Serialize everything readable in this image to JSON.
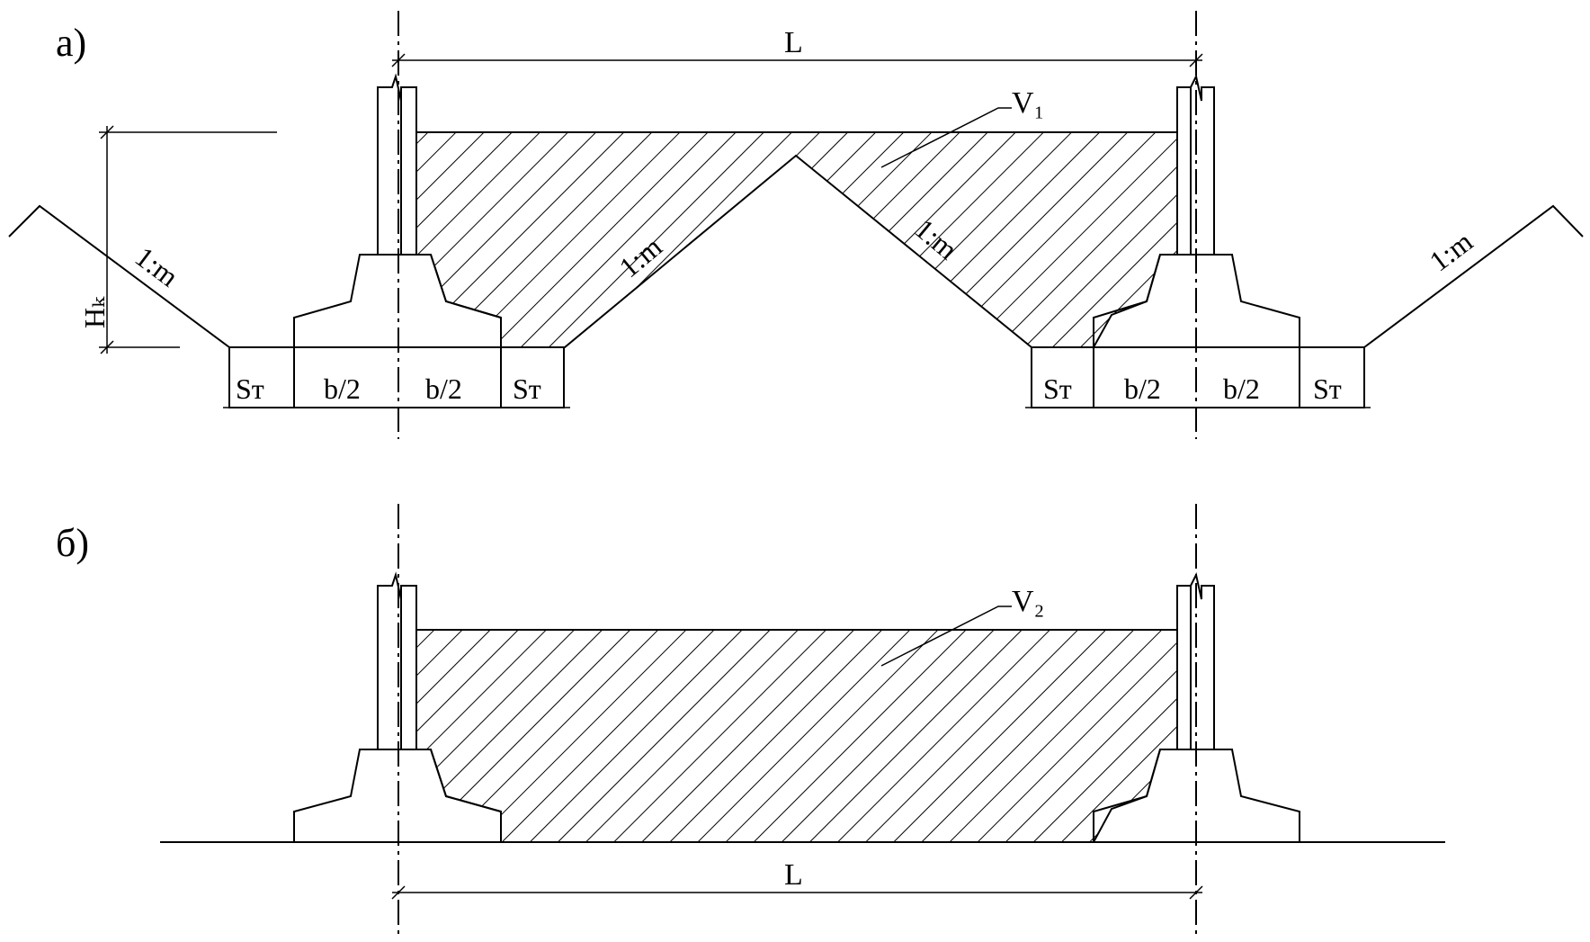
{
  "panels": [
    {
      "label": "а)",
      "span": "L",
      "volume": "V₁",
      "height": "Hₖ",
      "slope": "1:m",
      "dims": [
        "Sт",
        "b/2",
        "b/2",
        "Sт",
        "Sт",
        "b/2",
        "b/2",
        "Sт"
      ]
    },
    {
      "label": "б)",
      "span": "L",
      "volume": "V₂"
    }
  ]
}
